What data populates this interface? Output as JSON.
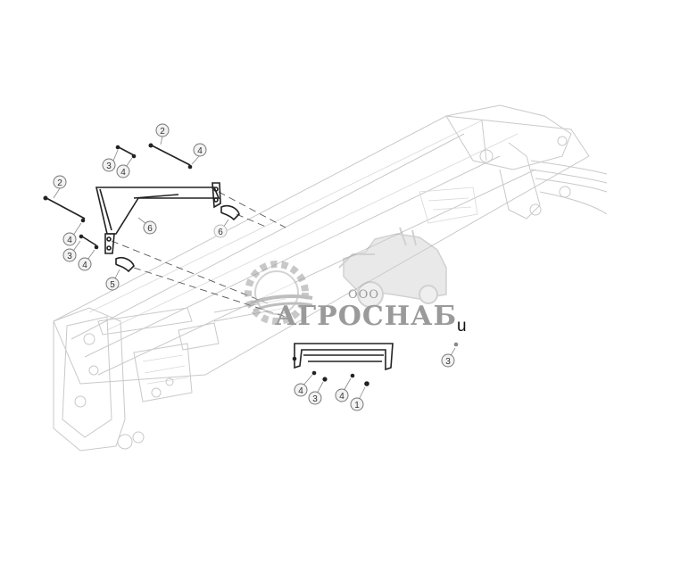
{
  "watermark": {
    "company_prefix": "ООО",
    "company_name": "АГРОСНАБ",
    "trailing_char": "u"
  },
  "callouts": [
    {
      "id": "c1",
      "label": "2"
    },
    {
      "id": "c2",
      "label": "4"
    },
    {
      "id": "c3",
      "label": "3"
    },
    {
      "id": "c4",
      "label": "4"
    },
    {
      "id": "c5",
      "label": "2"
    },
    {
      "id": "c6",
      "label": "6"
    },
    {
      "id": "c7",
      "label": "6"
    },
    {
      "id": "c8",
      "label": "4"
    },
    {
      "id": "c9",
      "label": "3"
    },
    {
      "id": "c10",
      "label": "4"
    },
    {
      "id": "c11",
      "label": "5"
    },
    {
      "id": "c12",
      "label": "3"
    },
    {
      "id": "c13",
      "label": "4"
    },
    {
      "id": "c14",
      "label": "3"
    },
    {
      "id": "c15",
      "label": "4"
    },
    {
      "id": "c16",
      "label": "1"
    }
  ]
}
